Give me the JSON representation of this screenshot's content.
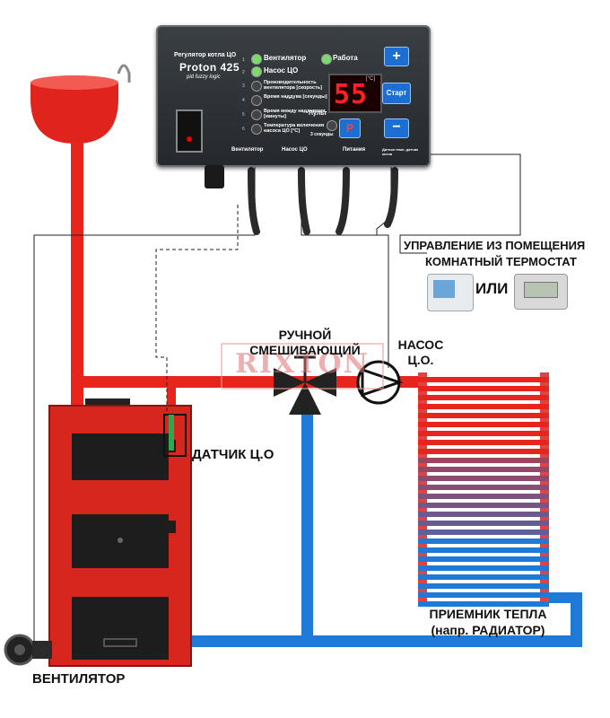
{
  "controller": {
    "title_line1": "Регулятор котла ЦО",
    "model": "Proton 425",
    "subtitle": "pid fuzzy logic",
    "indicators": [
      {
        "num": "1",
        "label": "Вентилятор",
        "on": true
      },
      {
        "num": "2",
        "label": "Насос ЦО",
        "on": true
      },
      {
        "num": "3",
        "label": "Производительность вентилятора [скорость]",
        "on": false
      },
      {
        "num": "4",
        "label": "Время наддува [секунды]",
        "on": false
      },
      {
        "num": "5",
        "label": "Время между наддувами [минуты]",
        "on": false
      },
      {
        "num": "6",
        "label": "Температура включения насоса ЦО [°C]",
        "on": false
      }
    ],
    "work_label": "Работа",
    "display_value": "55",
    "display_unit": "[°C]",
    "btn_plus": "+",
    "btn_start": "Старт",
    "btn_minus": "−",
    "btn_p": "P",
    "pult_label": "Пульт",
    "pult_sub": "3 секунды",
    "sockets": [
      "Вентилятор",
      "Насос ЦО",
      "Питания",
      "Датчик темп. датчик котла"
    ]
  },
  "labels": {
    "room_control": "УПРАВЛЕНИЕ ИЗ ПОМЕЩЕНИЯ",
    "room_thermostat": "КОМНАТНЫЙ ТЕРМОСТАТ",
    "or": "ИЛИ",
    "valve_line1": "РУЧНОЙ",
    "valve_line2": "СМЕШИВАЮЩИЙ",
    "pump_line1": "НАСОС",
    "pump_line2": "Ц.О.",
    "sensor": "ДАТЧИК Ц.О",
    "receiver_line1": "ПРИЕМНИК ТЕПЛА",
    "receiver_line2": "(напр. РАДИАТОР)",
    "fan": "ВЕНТИЛЯТОР",
    "watermark": "RIXTON"
  },
  "colors": {
    "hot_pipe": "#e8251d",
    "cold_pipe": "#1e7ad6",
    "boiler": "#d7261e",
    "controller_body": "#2e3337"
  }
}
